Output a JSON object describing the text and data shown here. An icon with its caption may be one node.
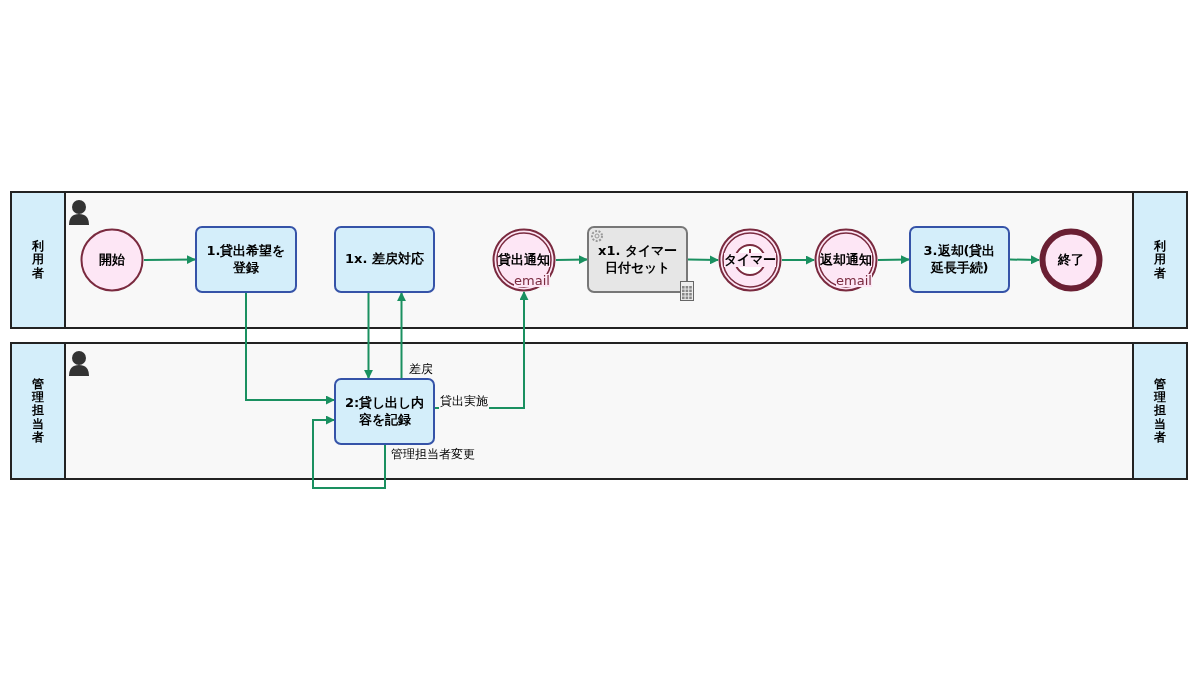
{
  "diagram": {
    "nodes": [
      {
        "text": [
          "利用者",
          "利用者"
        ]
      },
      {
        "text": [
          "管理担当者",
          "管理担当者"
        ]
      },
      {
        "text": [
          "開始"
        ],
        "in": 0
      },
      {
        "text": [
          "1.貸出希望を登録"
        ],
        "in": 0
      },
      {
        "text": [
          "1x. 差戻対応"
        ],
        "in": 0
      },
      {
        "text": [
          "貸出通知",
          "email"
        ],
        "in": 0
      },
      {
        "text": [
          "x1. タイマー日付セット"
        ],
        "in": 0
      },
      {
        "text": [
          "タイマー"
        ],
        "in": 0
      },
      {
        "text": [
          "返却通知",
          "email"
        ],
        "in": 0
      },
      {
        "text": [
          "3.返却(貸出延長手続)"
        ],
        "in": 0
      },
      {
        "text": [
          "終了"
        ],
        "in": 0
      },
      {
        "text": [
          "2:貸し出し内容を記録"
        ],
        "in": 1
      }
    ],
    "edges": [
      {
        "from": 2,
        "to": 3,
        "arrow": "to"
      },
      {
        "from": 3,
        "to": 11,
        "arrow": "to"
      },
      {
        "from": 4,
        "to": 11,
        "arrow": "to"
      },
      {
        "from": 11,
        "to": 4,
        "arrow": "to",
        "label": "差戻"
      },
      {
        "from": 11,
        "to": 5,
        "arrow": "to",
        "label": "貸出実施"
      },
      {
        "from": 11,
        "to": 11,
        "arrow": "to",
        "label": "管理担当者変更"
      },
      {
        "from": 5,
        "to": 6,
        "arrow": "to"
      },
      {
        "from": 6,
        "to": 7,
        "arrow": "to"
      },
      {
        "from": 7,
        "to": 8,
        "arrow": "to"
      },
      {
        "from": 8,
        "to": 9,
        "arrow": "to"
      },
      {
        "from": 9,
        "to": 10,
        "arrow": "to"
      }
    ]
  }
}
